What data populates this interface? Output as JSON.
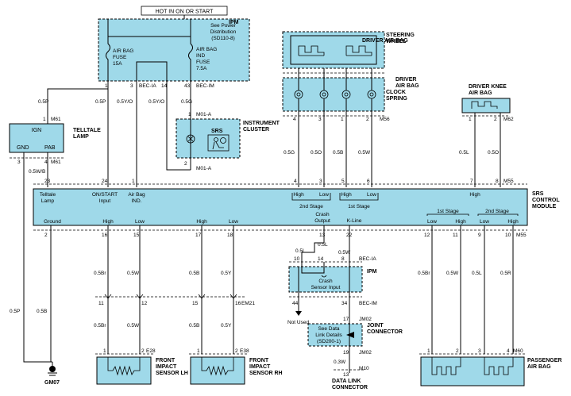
{
  "hot_label": "HOT IN ON OR START",
  "ipm": {
    "title": "IPM",
    "see_line1": "See Power",
    "see_line2": "Distribution",
    "see_line3": "(SD110-8)",
    "fuse1": [
      "AIR BAG",
      "FUSE",
      "15A"
    ],
    "fuse2": [
      "AIR BAG",
      "IND",
      "FUSE",
      "7.5A"
    ],
    "pin1": "1",
    "pin3": "3",
    "pin14": "14",
    "pin43": "43",
    "bec_ia": "BEC-IA",
    "bec_im": "BEC-IM"
  },
  "instrument_cluster": {
    "title_line1": "INSTRUMENT",
    "title_line2": "CLUSTER",
    "srs": "SRS",
    "pin1": "1",
    "pin2": "2",
    "m01a_top": "M01-A",
    "m01a_bottom": "M01-A"
  },
  "telltale": {
    "title_line1": "TELLTALE",
    "title_line2": "LAMP",
    "ign": "IGN",
    "gnd": "GND",
    "pab": "PAB",
    "pin1": "1",
    "pin3": "3",
    "pin4": "4",
    "m61_top": "M61",
    "m61_bottom": "M61"
  },
  "steering": {
    "title_line1": "STEERING",
    "title_line2": "WHEEL",
    "driver_airbag": "DRIVER AIR BAG"
  },
  "clock_spring": {
    "top_label_line1": "DRIVER",
    "top_label_line2": "AIR BAG",
    "title_line1": "CLOCK",
    "title_line2": "SPRING",
    "pins": [
      "4",
      "3",
      "1",
      "2"
    ],
    "connector": "M56"
  },
  "knee": {
    "title_line1": "DRIVER KNEE",
    "title_line2": "AIR BAG",
    "pins": [
      "1",
      "2"
    ],
    "connector": "M62"
  },
  "wire_labels": {
    "w05p_left": "0.5P",
    "w05p_ipm": "0.5P",
    "w05yo_1": "0.5Y/O",
    "w05yo_2": "0.5Y/O",
    "w05g": "0.5G",
    "w05wb": "0.5W/B",
    "w05g_cs": "0.5G",
    "w05o_cs": "0.5O",
    "w05b_cs": "0.5B",
    "w05w_cs": "0.5W",
    "w05l_k": "0.5L",
    "w05o_k": "0.5O",
    "w05p_gnd": "0.5P",
    "w05b_gnd": "0.5B",
    "w05br_l1": "0.5Br",
    "w05w_l1": "0.5W",
    "w05b_r1": "0.5B",
    "w05y_r1": "0.5Y",
    "w05br_l2": "0.5Br",
    "w05w_l2": "0.5W",
    "w05b_r2": "0.5B",
    "w05y_r2": "0.5Y",
    "w05l_ipm": "0.5L",
    "w05l_ipm2": "0.5L",
    "w05w_ipm": "0.5W",
    "w05br_p": "0.5Br",
    "w05w_p": "0.5W",
    "w05l_p": "0.5L",
    "w05r_p": "0.5R",
    "w03w": "0.3W"
  },
  "srs_module": {
    "title_line1": "SRS",
    "title_line2": "CONTROL",
    "title_line3": "MODULE",
    "top_pins": [
      "23",
      "24",
      "1",
      "4",
      "3",
      "5",
      "6",
      "7",
      "8"
    ],
    "connector_top": "M55",
    "telltale_lamp": [
      "Telltale",
      "Lamp"
    ],
    "on_start": [
      "ON/START",
      "Input"
    ],
    "airbag_ind": [
      "Air Bag",
      "IND."
    ],
    "high1": "High",
    "low1": "Low",
    "high2": "High",
    "low2": "Low",
    "high3": "High",
    "stage2": "2nd Stage",
    "stage1": "1st Stage",
    "crash_output": [
      "Crash",
      "Output"
    ],
    "k_line": "K-Line",
    "ground": "Ground",
    "high_l": "High",
    "low_l": "Low",
    "high_r": "High",
    "low_r": "Low",
    "p1_stage": "1st Stage",
    "p2_stage": "2nd Stage",
    "p_low1": "Low",
    "p_high1": "High",
    "p_low2": "Low",
    "p_high2": "High",
    "bottom_pins": [
      "2",
      "16",
      "15",
      "17",
      "18",
      "13",
      "22",
      "12",
      "11",
      "9",
      "10"
    ],
    "connector_bottom": "M55"
  },
  "ipm_crash": {
    "title": "IPM",
    "crash_line1": "Crash",
    "crash_line2": "Sensor Input",
    "pin10": "10",
    "pin14": "14",
    "pin8": "8",
    "pin44": "44",
    "pin34": "34",
    "bec_ia": "BEC-IA",
    "bec_im": "BEC-IM",
    "not_used": "Not Used"
  },
  "em21": {
    "pins": [
      "11",
      "12",
      "15",
      "16"
    ],
    "connector": "EM21"
  },
  "joint": {
    "title_line1": "JOINT",
    "title_line2": "CONNECTOR",
    "see_line1": "See Data",
    "see_line2": "Link Details",
    "see_line3": "(SD200-1)",
    "pin17": "17",
    "pin19": "19",
    "pin13": "13",
    "jm02_top": "JM02",
    "jm02_bottom": "JM02",
    "m10": "M10"
  },
  "data_link": {
    "title_line1": "DATA LINK",
    "title_line2": "CONNECTOR"
  },
  "front_lh": {
    "title_line1": "FRONT",
    "title_line2": "IMPACT",
    "title_line3": "SENSOR LH",
    "pins": [
      "1",
      "2"
    ],
    "connector": "E28"
  },
  "front_rh": {
    "title_line1": "FRONT",
    "title_line2": "IMPACT",
    "title_line3": "SENSOR RH",
    "pins": [
      "1",
      "2"
    ],
    "connector": "E38"
  },
  "passenger": {
    "title_line1": "PASSENGER",
    "title_line2": "AIR BAG",
    "pins": [
      "1",
      "2",
      "3",
      "4"
    ],
    "connector": "M60"
  },
  "ground_label": "GM07"
}
